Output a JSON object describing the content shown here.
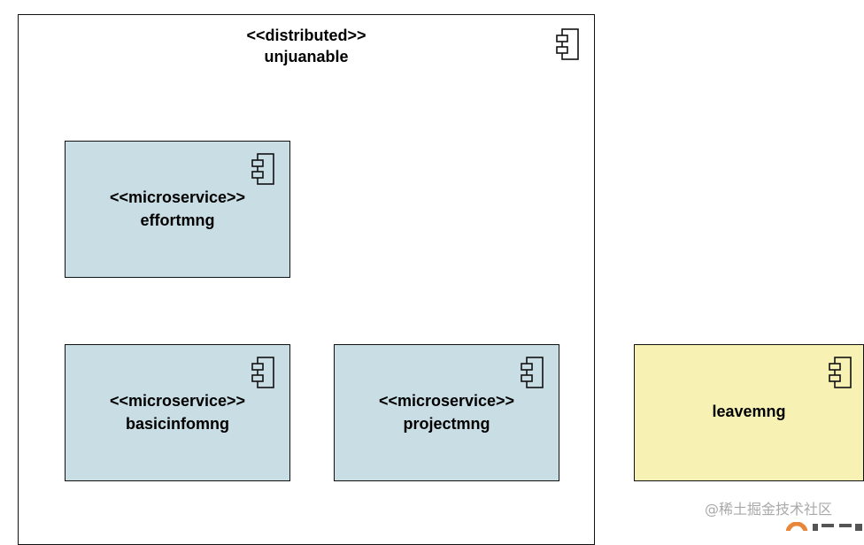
{
  "diagram": {
    "outer": {
      "stereotype": "<<distributed>>",
      "name": "unjuanable"
    },
    "effortmng": {
      "stereotype": "<<microservice>>",
      "name": "effortmng"
    },
    "basicinfomng": {
      "stereotype": "<<microservice>>",
      "name": "basicinfomng"
    },
    "projectmng": {
      "stereotype": "<<microservice>>",
      "name": "projectmng"
    },
    "leavemng": {
      "name": "leavemng"
    }
  },
  "watermark": {
    "text": "@稀土掘金技术社区"
  },
  "colors": {
    "microservice_fill": "#c9dde5",
    "external_fill": "#f8f1b4",
    "border": "#111111"
  },
  "icons": {
    "component": "component-icon",
    "corner_logo": "logo-icon"
  }
}
